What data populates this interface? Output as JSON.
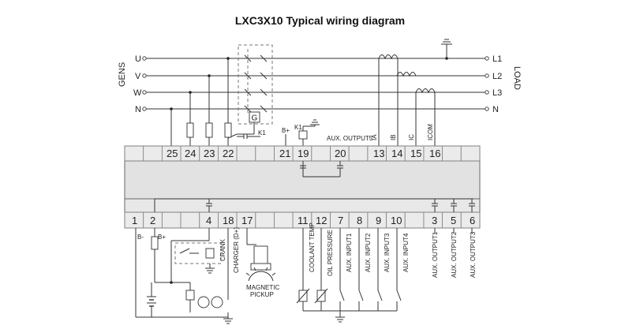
{
  "title": "LXC3X10 Typical wiring diagram",
  "gens_label": "GENS",
  "load_label": "LOAD",
  "phases_left": [
    "U",
    "V",
    "W",
    "N"
  ],
  "phases_right": [
    "L1",
    "L2",
    "L3",
    "N"
  ],
  "top_terminals": [
    "25",
    "24",
    "23",
    "22",
    "21",
    "19",
    "20",
    "13",
    "14",
    "15",
    "16"
  ],
  "bottom_terminals": [
    "1",
    "2",
    "4",
    "18",
    "17",
    "11",
    "12",
    "7",
    "8",
    "9",
    "10",
    "3",
    "5",
    "6"
  ],
  "labels": {
    "b_plus_top": "B+",
    "k1_top": "K1",
    "k1_relay": "K1",
    "g": "G",
    "aux_output5": "AUX. OUTPUT5",
    "ia": "IA",
    "ib": "IB",
    "ic": "IC",
    "icom": "ICOM",
    "b_minus": "B-",
    "b_plus": "B+",
    "crank": "CRANK",
    "charger": "CHARGER (D+)",
    "magnetic_pickup_1": "MAGNETIC",
    "magnetic_pickup_2": "PICKUP",
    "coolant_temp": "COOLANT TEMP",
    "oil_pressure": "OIL PRESSURE",
    "aux_input1": "AUX. INPUT1",
    "aux_input2": "AUX. INPUT2",
    "aux_input3": "AUX. INPUT3",
    "aux_input4": "AUX. INPUT4",
    "aux_output1": "AUX. OUTPUT1",
    "aux_output2": "AUX. OUTPUT2",
    "aux_output3": "AUX. OUTPUT3"
  }
}
